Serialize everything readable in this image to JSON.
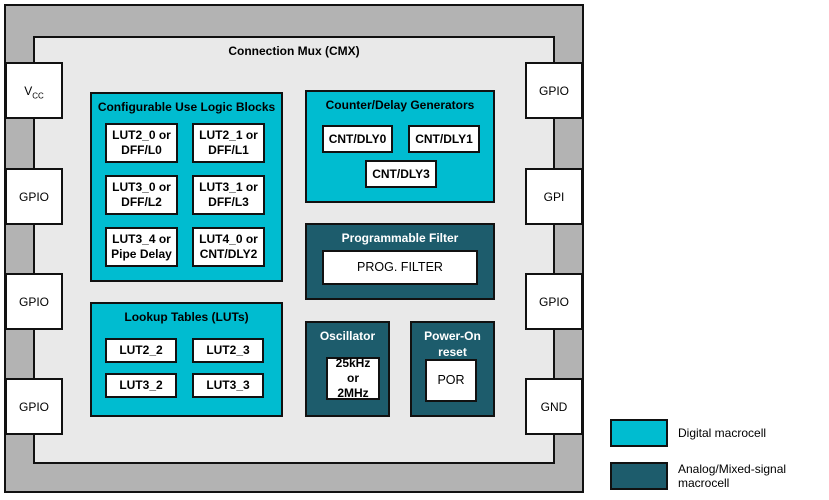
{
  "frame": {
    "title": "Connection Mux (CMX)"
  },
  "pins": {
    "vcc": {
      "main": "V",
      "sub": "CC"
    },
    "left": [
      "GPIO",
      "GPIO",
      "GPIO"
    ],
    "right": [
      "GPIO",
      "GPI",
      "GPIO",
      "GND"
    ]
  },
  "blocks": {
    "culb": {
      "title": "Configurable Use Logic Blocks",
      "cells": [
        "LUT2_0 or\nDFF/L0",
        "LUT2_1 or\nDFF/L1",
        "LUT3_0 or\nDFF/L2",
        "LUT3_1 or\nDFF/L3",
        "LUT3_4 or\nPipe Delay",
        "LUT4_0 or\nCNT/DLY2"
      ]
    },
    "cnt_dly": {
      "title": "Counter/Delay Generators",
      "cells": [
        "CNT/DLY0",
        "CNT/DLY1",
        "CNT/DLY3"
      ]
    },
    "prog_filter": {
      "title": "Programmable Filter",
      "cells": [
        "PROG. FILTER"
      ]
    },
    "luts": {
      "title": "Lookup Tables (LUTs)",
      "cells": [
        "LUT2_2",
        "LUT2_3",
        "LUT3_2",
        "LUT3_3"
      ]
    },
    "oscillator": {
      "title": "Oscillator",
      "cells": [
        "25kHz or\n2MHz"
      ]
    },
    "por": {
      "title": "Power-On\nreset",
      "cells": [
        "POR"
      ]
    }
  },
  "legend": {
    "items": [
      {
        "label": "Digital macrocell",
        "color": "#00BCD0"
      },
      {
        "label": "Analog/Mixed-signal macrocell",
        "color": "#1D5C6C"
      }
    ]
  },
  "colors": {
    "digital": "#00BCD0",
    "analog": "#1D5C6C",
    "frame": "#B3B3B3",
    "inner": "#E9E9E9"
  }
}
